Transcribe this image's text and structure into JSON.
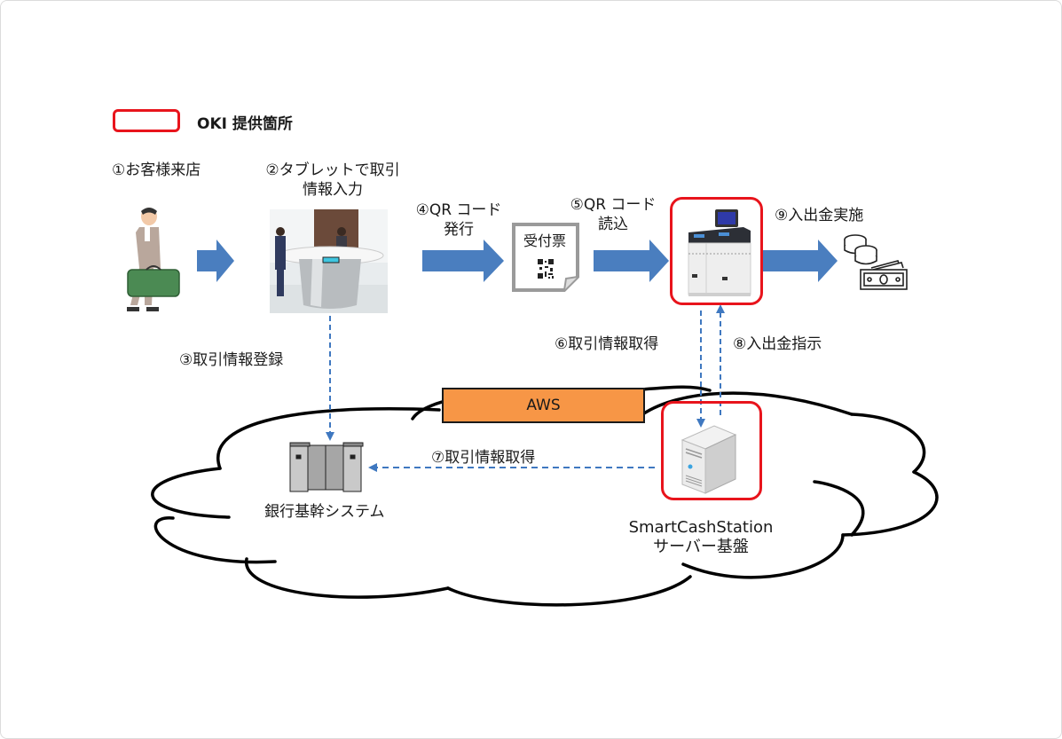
{
  "legend": {
    "label": "OKI 提供箇所",
    "box_color": "#e8141c"
  },
  "steps": {
    "s1": "①お客様来店",
    "s2_line1": "②タブレットで取引",
    "s2_line2": "情報入力",
    "s3": "③取引情報登録",
    "s4_line1": "④QR コード",
    "s4_line2": "発行",
    "s5_line1": "⑤QR コード",
    "s5_line2": "読込",
    "s6": "⑥取引情報取得",
    "s7": "⑦取引情報取得",
    "s8": "⑧入出金指示",
    "s9": "⑨入出金実施"
  },
  "nodes": {
    "customer": "customer-walking-icon",
    "tablet_counter": "tablet-counter-image",
    "receipt_label": "受付票",
    "cash_machine": "cash-station-machine-image",
    "money": "cash-money-icon",
    "bank_core_label": "銀行基幹システム",
    "server_label_line1": "SmartCashStation",
    "server_label_line2": "サーバー基盤",
    "cloud_label": "AWS"
  },
  "colors": {
    "flow_arrow": "#4a7ebf",
    "dashed_arrow": "#3f78c0",
    "oki_highlight": "#e8141c",
    "aws_fill": "#f79646"
  }
}
